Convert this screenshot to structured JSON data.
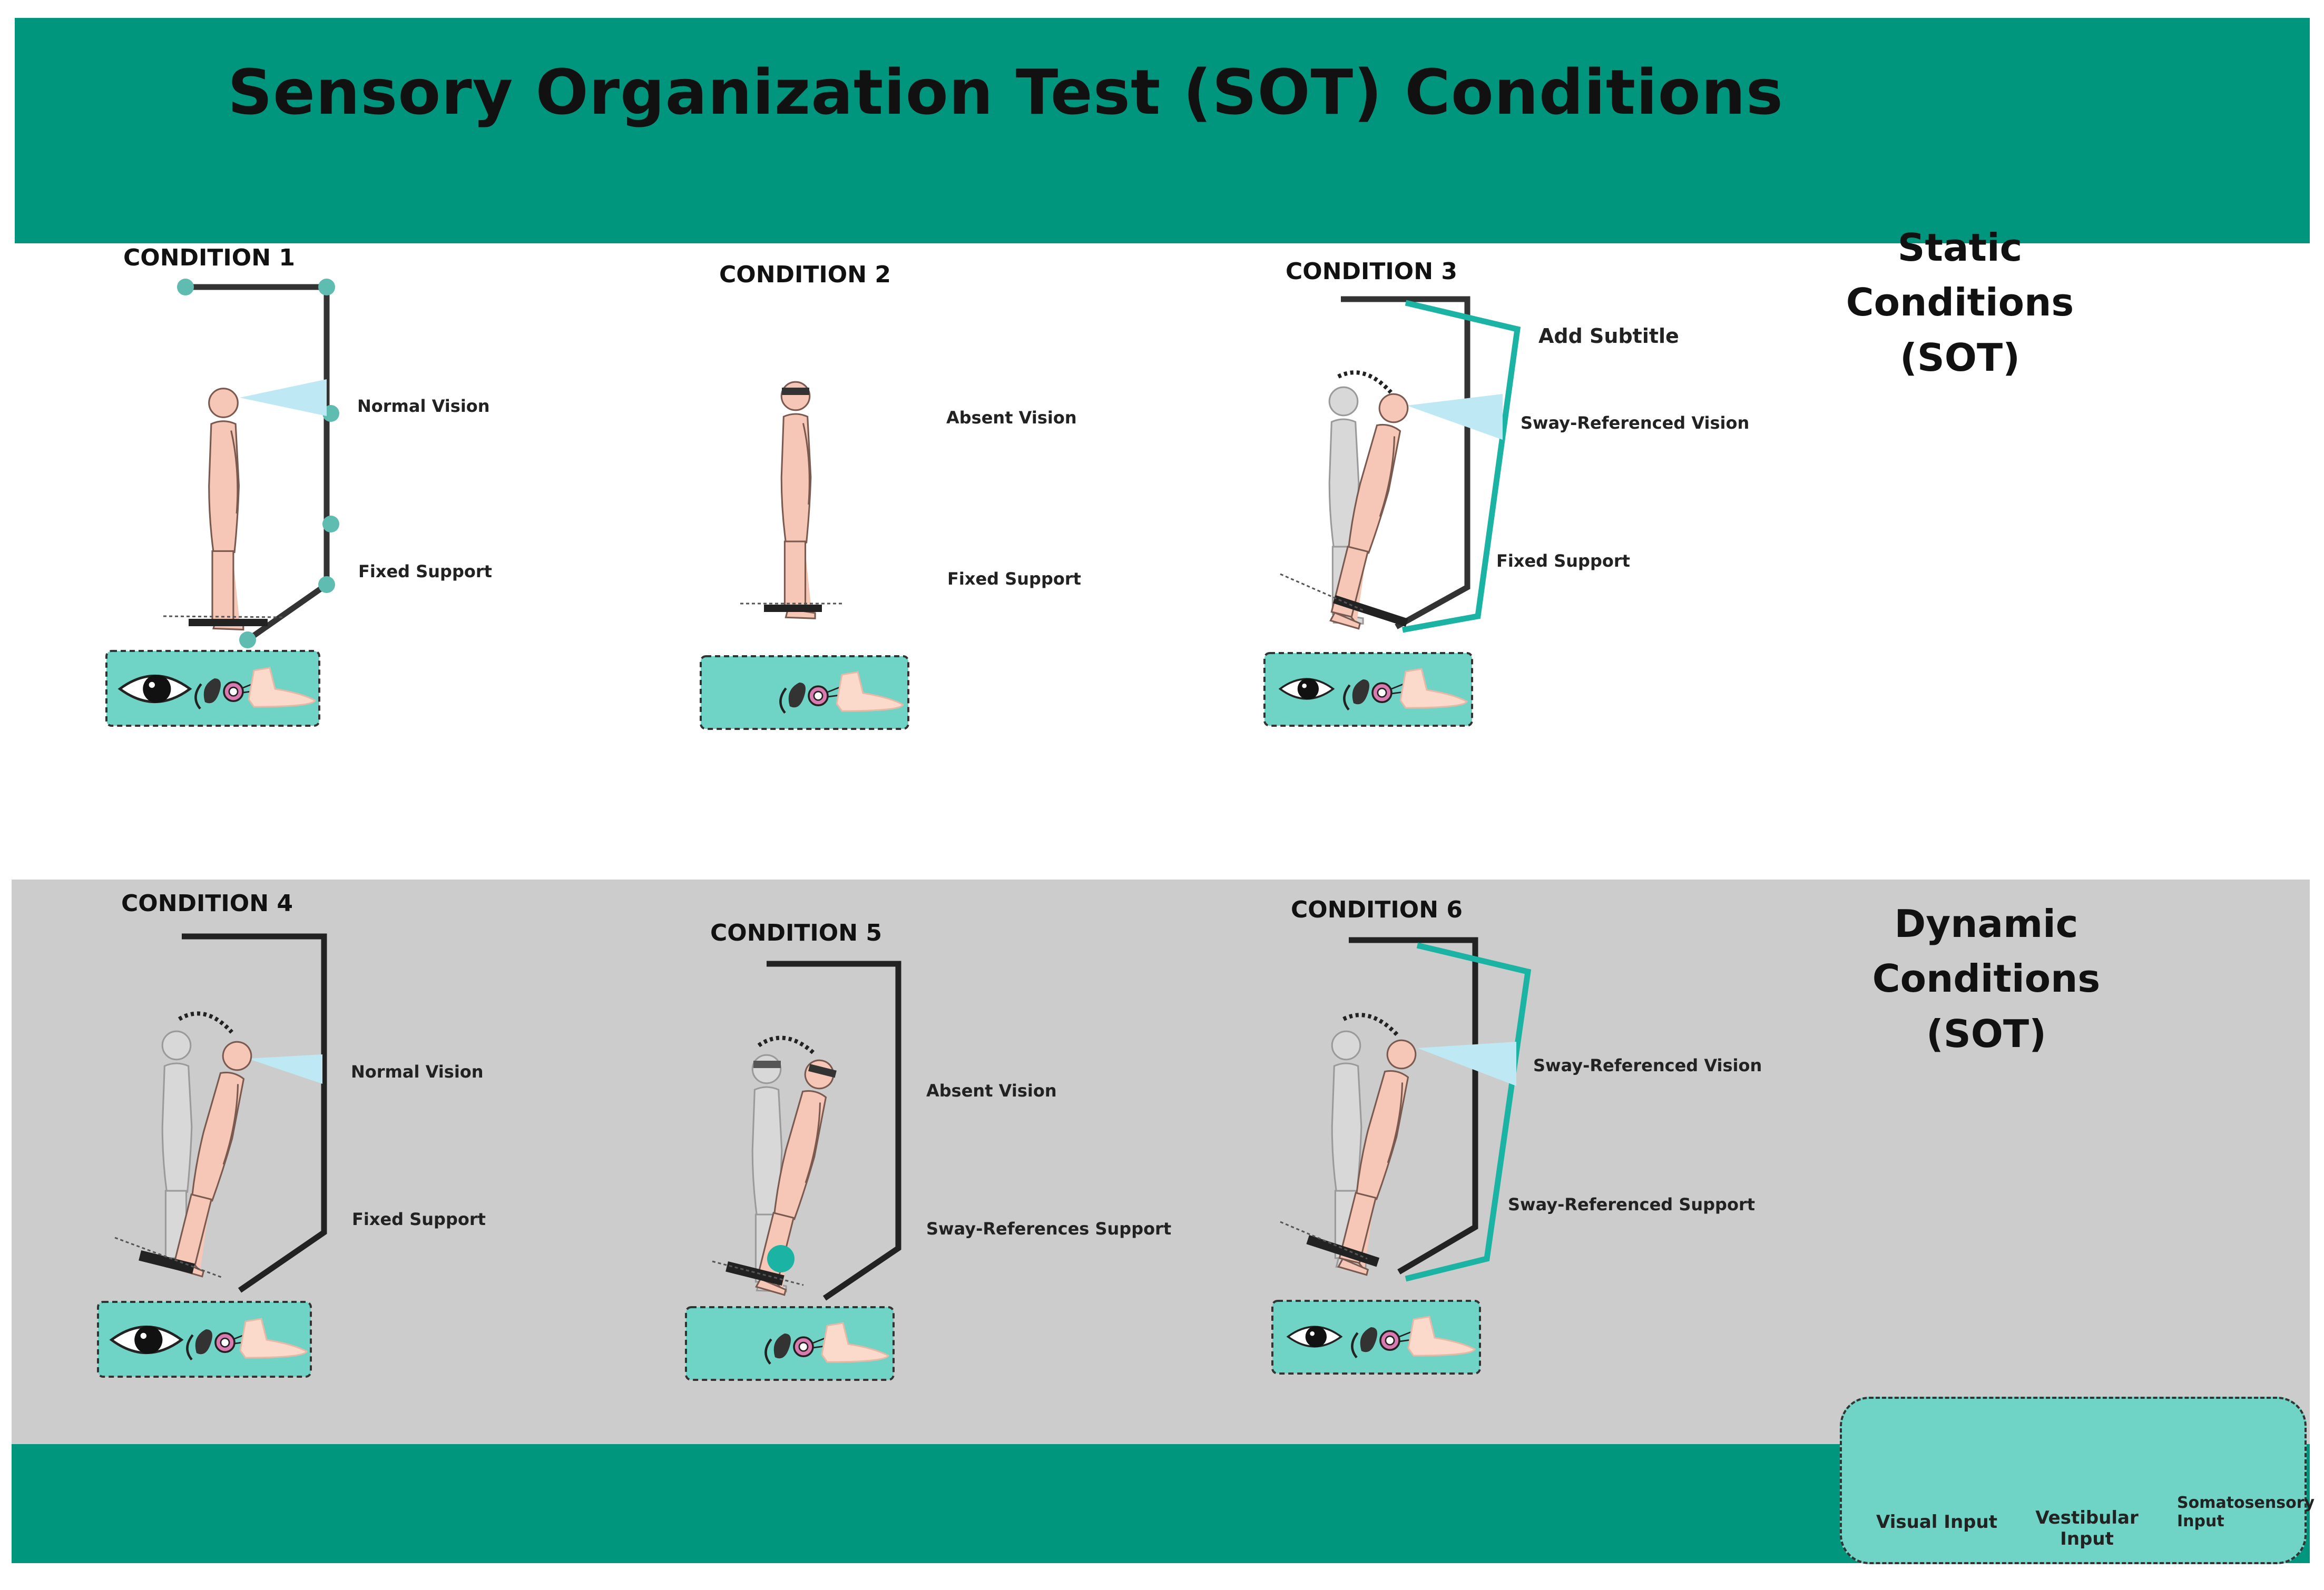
{
  "title": "Sensory Organization Test (SOT) Conditions",
  "groups": {
    "static": {
      "line1": "Static Conditions",
      "line2": "(SOT)"
    },
    "dynamic": {
      "line1": "Dynamic Conditions",
      "line2": "(SOT)"
    }
  },
  "conditions": [
    {
      "title": "CONDITION 1",
      "vision": "Normal Vision",
      "support": "Fixed Support"
    },
    {
      "title": "CONDITION 2",
      "vision": "Absent Vision",
      "support": "Fixed Support"
    },
    {
      "title": "CONDITION 3",
      "subtitle": "Add Subtitle",
      "vision": "Sway-Referenced Vision",
      "support": "Fixed Support"
    },
    {
      "title": "CONDITION 4",
      "vision": "Normal Vision",
      "support": "Fixed Support"
    },
    {
      "title": "CONDITION 5",
      "vision": "Absent Vision",
      "support": "Sway-References Support"
    },
    {
      "title": "CONDITION 6",
      "vision": "Sway-Referenced Vision",
      "support": "Sway-Referenced Support"
    }
  ],
  "legend": {
    "visual": "Visual  Input",
    "vestibular": "Vestibular Input",
    "somatosensory_line1": "Somatosensory",
    "somatosensory_line2": "Input"
  },
  "colors": {
    "header": "#00967d",
    "dynamic_background": "#cccccc",
    "teal_box": "#6fd3c6",
    "sway_line": "#1bb3a3",
    "vision_cone": "#bde8f4",
    "skin": "#f6c7b6"
  }
}
